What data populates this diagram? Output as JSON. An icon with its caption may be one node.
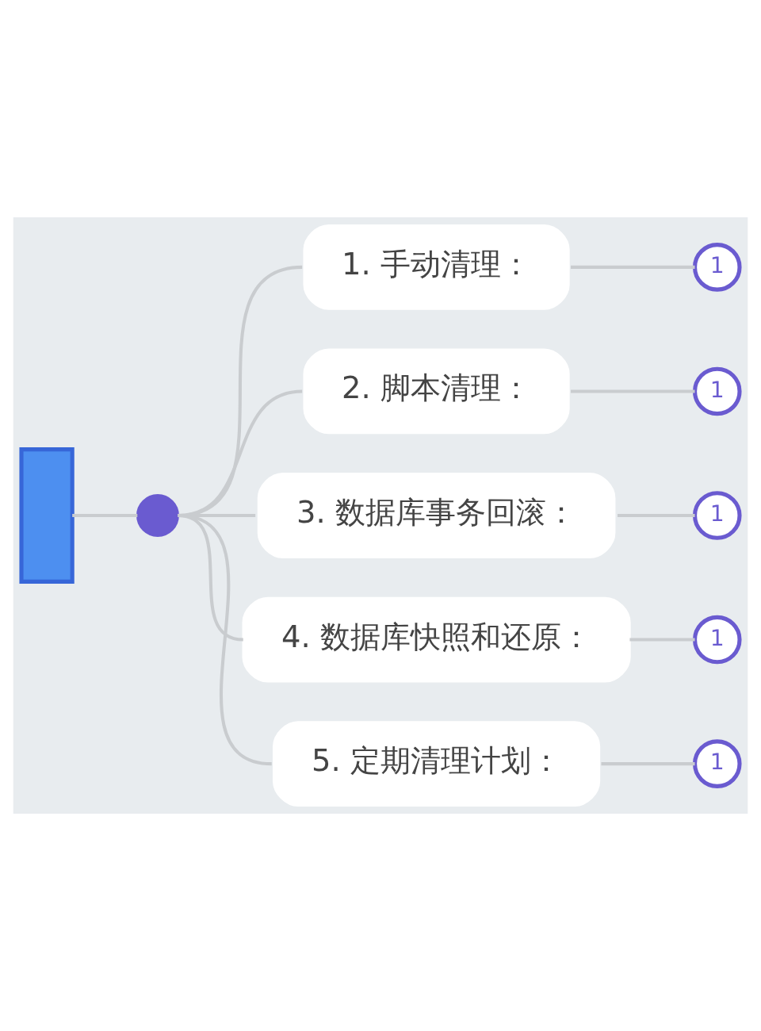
{
  "diagram": {
    "nodes": [
      {
        "text": [],
        "shape": "box"
      },
      {
        "text": [],
        "shape": "circle"
      },
      {
        "text": [
          "1. 手动清理："
        ]
      },
      {
        "text": [
          "1"
        ]
      },
      {
        "text": [
          "2. 脚本清理："
        ]
      },
      {
        "text": [
          "1"
        ]
      },
      {
        "text": [
          "3. 数据库事务回滚："
        ]
      },
      {
        "text": [
          "1"
        ]
      },
      {
        "text": [
          "4. 数据库快照和还原："
        ]
      },
      {
        "text": [
          "1"
        ]
      },
      {
        "text": [
          "5. 定期清理计划："
        ]
      },
      {
        "text": [
          "1"
        ]
      }
    ],
    "edges": [
      {
        "from": 0,
        "to": 1,
        "arrow": "none"
      },
      {
        "from": 1,
        "to": 2,
        "arrow": "none"
      },
      {
        "from": 1,
        "to": 4,
        "arrow": "none"
      },
      {
        "from": 1,
        "to": 6,
        "arrow": "none"
      },
      {
        "from": 1,
        "to": 8,
        "arrow": "none"
      },
      {
        "from": 1,
        "to": 10,
        "arrow": "none"
      },
      {
        "from": 2,
        "to": 3,
        "arrow": "none"
      },
      {
        "from": 4,
        "to": 5,
        "arrow": "none"
      },
      {
        "from": 6,
        "to": 7,
        "arrow": "none"
      },
      {
        "from": 8,
        "to": 9,
        "arrow": "none"
      },
      {
        "from": 10,
        "to": 11,
        "arrow": "none"
      }
    ]
  }
}
